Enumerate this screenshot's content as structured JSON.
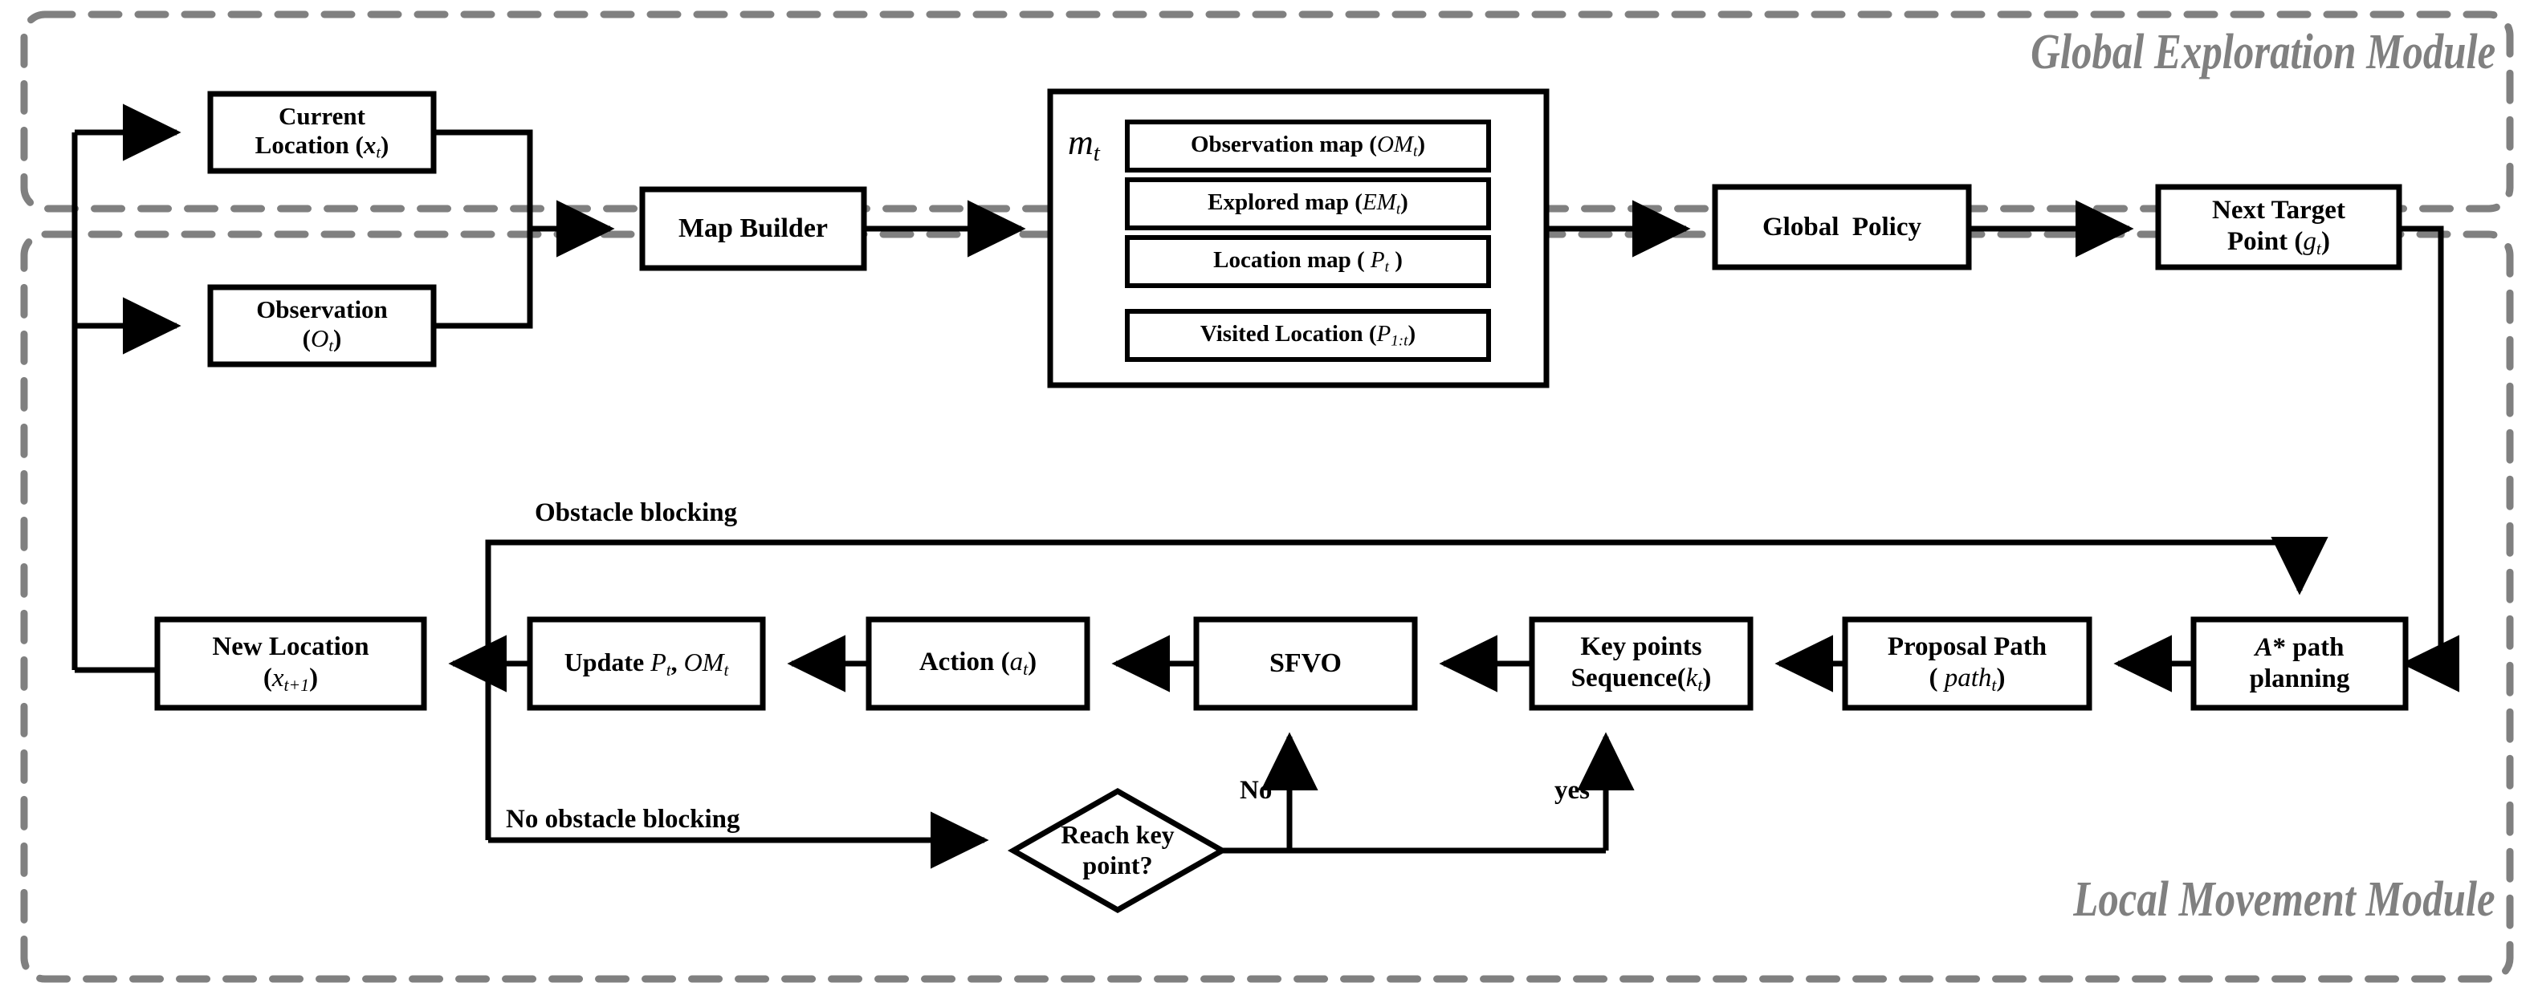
{
  "figure": {
    "type": "flowchart",
    "modules": [
      {
        "id": "global",
        "title": "Global Exploration Module",
        "border": "dashed",
        "color": "#808080"
      },
      {
        "id": "local",
        "title": "Local Movement Module",
        "border": "dashed",
        "color": "#808080"
      }
    ]
  },
  "global_module": {
    "title": "Global Exploration Module",
    "nodes": {
      "current_location": {
        "line1": "Current",
        "line2_pre": "Location (",
        "var": "x",
        "sub": "t",
        "line2_post": ")"
      },
      "observation": {
        "line1": "Observation",
        "line2_pre": "(",
        "var": "O",
        "sub": "t",
        "line2_post": ")"
      },
      "map_builder": {
        "label": "Map Builder"
      },
      "map_group": {
        "label": "m",
        "sub": "t"
      },
      "observation_map": {
        "pre": "Observation map (",
        "var": "OM",
        "sub": "t",
        "post": ")"
      },
      "explored_map": {
        "pre": "Explored map (",
        "var": "EM",
        "sub": "t",
        "post": ")"
      },
      "location_map": {
        "pre": "Location map ( ",
        "var": "P",
        "sub": "t",
        "post": " )"
      },
      "visited_location": {
        "pre": "Visited Location (",
        "var": "P",
        "sub": "1:t",
        "post": ")"
      },
      "global_policy": {
        "label": "Global  Policy"
      },
      "next_target": {
        "line1": "Next Target",
        "line2_pre": "Point (",
        "var": "g",
        "sub": "t",
        "line2_post": ")"
      }
    }
  },
  "local_module": {
    "title": "Local Movement Module",
    "nodes": {
      "new_location": {
        "line1": "New Location",
        "line2_pre": "(",
        "var": "x",
        "sub": "t+1",
        "line2_post": ")"
      },
      "update": {
        "pre": "Update ",
        "var1": "P",
        "sub1": "t",
        "mid": ", ",
        "var2": "OM",
        "sub2": "t"
      },
      "action": {
        "pre": "Action (",
        "var": "a",
        "sub": "t",
        "post": ")"
      },
      "sfvo": {
        "label": "SFVO"
      },
      "key_points": {
        "line1": "Key points",
        "line2_pre": "Sequence(",
        "var": "k",
        "sub": "t",
        "line2_post": ")"
      },
      "proposal_path": {
        "line1": "Proposal Path",
        "line2_pre": "( ",
        "var": "path",
        "sub": "t",
        "line2_post": ")"
      },
      "astar": {
        "line1_pre": "A",
        "line1_post": "* path",
        "line2": "planning"
      },
      "decision": {
        "line1": "Reach key",
        "line2": "point?"
      }
    },
    "edge_labels": {
      "obstacle_blocking": "Obstacle blocking",
      "no_obstacle_blocking": "No obstacle blocking",
      "no": "No",
      "yes": "yes"
    }
  },
  "colors": {
    "module_border": "#808080",
    "module_title": "#808080",
    "node_stroke": "#000000",
    "node_fill": "#ffffff",
    "arrow": "#000000"
  }
}
